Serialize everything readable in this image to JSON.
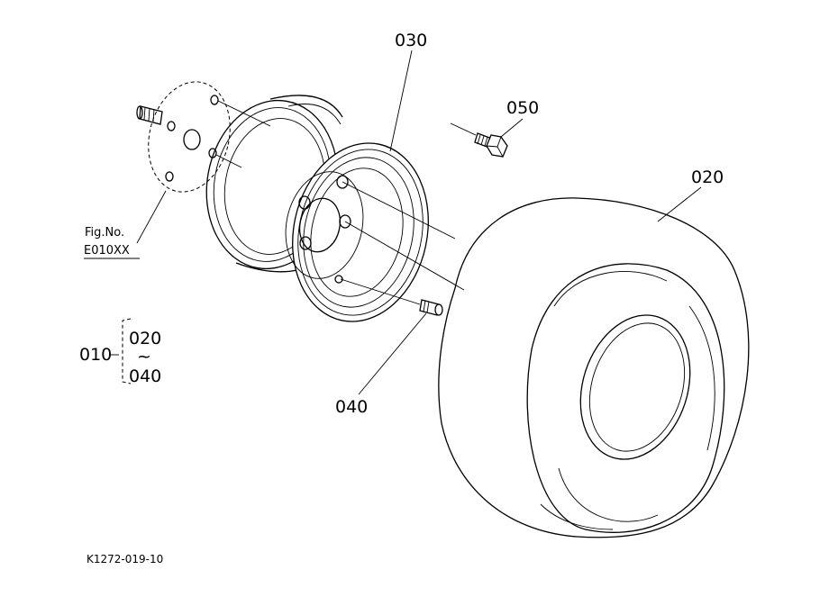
{
  "diagram": {
    "callouts": {
      "rim": "030",
      "bolt": "050",
      "tire": "020",
      "valve": "040"
    },
    "figure_reference": {
      "line1": "Fig.No.",
      "line2": "E010XX"
    },
    "assembly_group": {
      "parent": "010",
      "first": "020",
      "range_symbol": "~",
      "last": "040"
    },
    "drawing_number": "K1272-019-10"
  }
}
